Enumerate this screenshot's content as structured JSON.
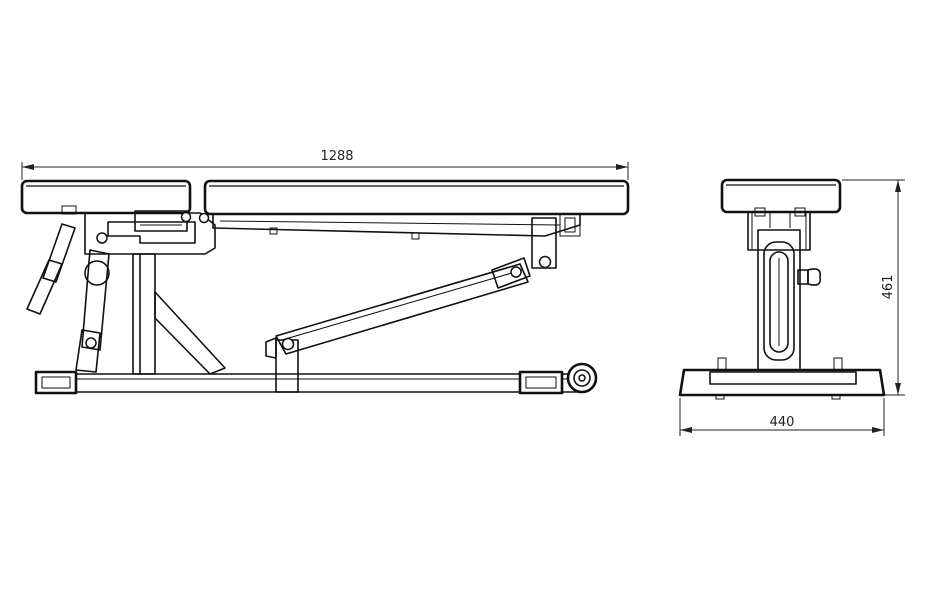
{
  "dimensions": {
    "length": "1288",
    "width": "440",
    "height": "461"
  },
  "colors": {
    "line": "#111111",
    "background": "#ffffff"
  }
}
